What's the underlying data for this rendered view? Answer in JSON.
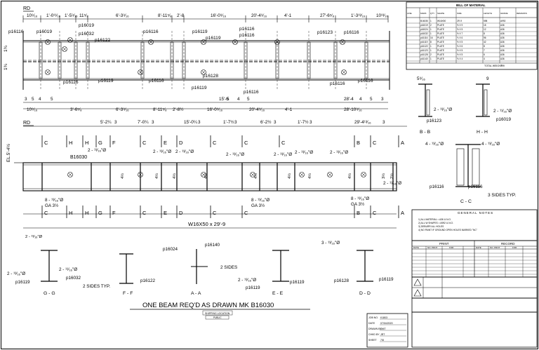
{
  "drawing": {
    "main_title": "ONE  BEAM REQ'D AS DRAWN MK B16030",
    "subtitle_box": "SHIPPING LOCATION",
    "subtitle_box2": "PUBLIC",
    "member_label": "W16X50 x 29'-9",
    "beam_mark": "B16030",
    "el_label": "EL.5'-4½",
    "rd_top": "RD",
    "rd_mid": "RD"
  },
  "top_view": {
    "dims_top": [
      "10⁹⁄₁₆",
      "1'-0¹¹⁄₁₆",
      "1'-5⁹⁄₁₆",
      "11⁵⁄₈",
      "6'-3⁹⁄₁₆",
      "8'-11⁵⁄₈",
      "2'-8",
      "16'-0⁹⁄₁₆",
      "20'-4⁹⁄₁₆",
      "4'-1",
      "27'-6⁵⁄₈",
      "1'-3¹³⁄₁₆",
      "10¹³⁄₁₆"
    ],
    "dims_bottom": [
      "10⁹⁄₁₆",
      "3'-6⁵⁄₈",
      "6'-3⁹⁄₁₆",
      "8'-11⁵⁄₈",
      "2'-8½",
      "16'-0⁹⁄₁₆",
      "20'-4⁹⁄₁₆",
      "4'-1",
      "28'-10⁹⁄₁₆"
    ],
    "small_dims": [
      "3",
      "5",
      "4",
      "5",
      "15'-6",
      "5",
      "4",
      "5",
      "28'-4",
      "4",
      "5",
      "3"
    ],
    "parts": [
      "p16116",
      "p16019",
      "p16019",
      "p16032",
      "p16122",
      "p16116",
      "p16119",
      "p16119",
      "p16116",
      "p16116",
      "p16123",
      "p16116",
      "p16116",
      "p16119",
      "p16116",
      "p16128",
      "p16119",
      "p16116",
      "p16116",
      "p16116"
    ],
    "left_dims": [
      "1¾",
      "1¾"
    ]
  },
  "elevation": {
    "dims_top": [
      "5'-2¼",
      "3",
      "7'-0¼",
      "3",
      "15'-0¼",
      "3",
      "1'-7½",
      "3",
      "6'-2½",
      "3",
      "1'-7½",
      "3",
      "29'-4¹³⁄₁₆",
      "3"
    ],
    "sections_top": [
      "C",
      "H",
      "H",
      "G",
      "F",
      "C",
      "E",
      "D",
      "C",
      "C",
      "C",
      "B",
      "C",
      "A"
    ],
    "sections_bottom": [
      "C",
      "H",
      "H",
      "G",
      "F",
      "C",
      "E",
      "D",
      "C",
      "C",
      "B",
      "C",
      "A"
    ],
    "holes": [
      "2 - ¹³⁄₁₆\"Ø",
      "2 - ¹³⁄₁₆\"Ø",
      "2 - ¹³⁄₁₆\"Ø",
      "2 - ¹³⁄₁₆\"Ø",
      "2 - ¹³⁄₁₆\"Ø",
      "2 - ¹³⁄₁₆\"Ø",
      "2 - ¹³⁄₁₆\"Ø",
      "2 - ¹¹⁄₁₆\"Ø"
    ],
    "gauge_notes": [
      "8 - ¹³⁄₁₆\"Ø",
      "GA 3½",
      "8 - ¹³⁄₁₆\"Ø",
      "GA 3½",
      "8 - ¹³⁄₁₆\"Ø",
      "GA 3½"
    ],
    "vert_dims": [
      "4½",
      "4½",
      "4½",
      "4½",
      "4½",
      "4½",
      "4½",
      "4½",
      "3½",
      "2½"
    ]
  },
  "sections": [
    {
      "label": "B - B",
      "dim": "5⁹⁄₁₆",
      "hole": "2 - ¹³⁄₁₆\"Ø",
      "part": "p16123"
    },
    {
      "label": "H - H",
      "dim": "9",
      "hole": "2 - ¹¹⁄₁₆\"Ø",
      "part": "p16019"
    },
    {
      "label": "C - C",
      "hole_l": "4 - ¹³⁄₁₆\"Ø",
      "hole_r": "4 - ¹³⁄₁₆\"Ø",
      "part_l": "p16116",
      "part_r": "p16116",
      "weld": "3 SIDES TYP."
    },
    {
      "label": "G - G",
      "hole_l": "2 - ¹³⁄₁₆\"Ø",
      "hole_r": "2 - ¹¹⁄₁₆\"Ø",
      "part_l": "p16119",
      "part_r": "p16032",
      "weld": "2 SIDES TYP."
    },
    {
      "label": "F - F",
      "part": "p16122"
    },
    {
      "label": "A - A",
      "part_l": "p16024",
      "part_r": "p16140",
      "weld": "2 SIDES"
    },
    {
      "label": "E - E",
      "hole": "2 - ¹³⁄₁₆\"Ø",
      "part_l": "p16119",
      "part_r": "p16119"
    },
    {
      "label": "D - D",
      "hole": "3 - ¹³⁄₁₆\"Ø",
      "part_l": "p16128",
      "part_r": "p16119"
    }
  ],
  "bom": {
    "title": "BILL OF MATERIAL",
    "headers": [
      "LINE",
      "MARK",
      "QTY",
      "SHAPE",
      "SIZE",
      "LENGTH",
      "GRADE",
      "REMARKS"
    ],
    "rows": [
      [
        "",
        "B16030",
        "1",
        "W16X50",
        "29'-9",
        "598",
        "A992",
        ""
      ],
      [
        "",
        "p16019",
        "2",
        "PLATE",
        "½ X 9",
        "18",
        "A36",
        ""
      ],
      [
        "",
        "p16024",
        "1",
        "PLATE",
        "⅝ X 5",
        "12",
        "A36",
        ""
      ],
      [
        "",
        "p16032",
        "1",
        "PLATE",
        "½ X 7",
        "8",
        "A36",
        ""
      ],
      [
        "",
        "p16116",
        "16",
        "PLATE",
        "⅓ X 6",
        "96",
        "A36",
        ""
      ],
      [
        "",
        "p16119",
        "8",
        "PLATE",
        "½ X 5",
        "42",
        "A36",
        ""
      ],
      [
        "",
        "p16122",
        "1",
        "PLATE",
        "⅜ X 6",
        "8",
        "A36",
        ""
      ],
      [
        "",
        "p16123",
        "1",
        "PLATE",
        "½ X 5",
        "7",
        "A36",
        ""
      ],
      [
        "",
        "p16128",
        "2",
        "PLATE",
        "½ X 5",
        "6",
        "A36",
        ""
      ],
      [
        "",
        "p16140",
        "1",
        "PLATE",
        "⅝ X 4",
        "4",
        "A36",
        ""
      ]
    ],
    "total_label": "TOTAL WEIGHT",
    "total_value": "799"
  },
  "general_notes": {
    "title": "GENERAL NOTES",
    "items": [
      "1) ALL MATERIAL = A36 U.N.O.",
      "2) ALL W SHAPES = A992 U.N.O.",
      "3) DEBURR ALL HOLES",
      "4) NO PAINT IF GROUND OPEN HOLES MARKED \"NC\""
    ]
  },
  "revisions": {
    "print_label": "PRINT",
    "record_label": "RECORD",
    "cols": [
      "DATE",
      "NO. PRNT",
      "FOR",
      "DATE",
      "NO. PRNT",
      "FOR"
    ]
  },
  "title_block": {
    "rows": [
      "JOB NO.",
      "DATE",
      "DRAWN BY",
      "CHKD BY",
      "SHEET"
    ],
    "values": [
      "K1803",
      "07/04/2020",
      "DMT",
      "JRT",
      "7/8"
    ]
  }
}
